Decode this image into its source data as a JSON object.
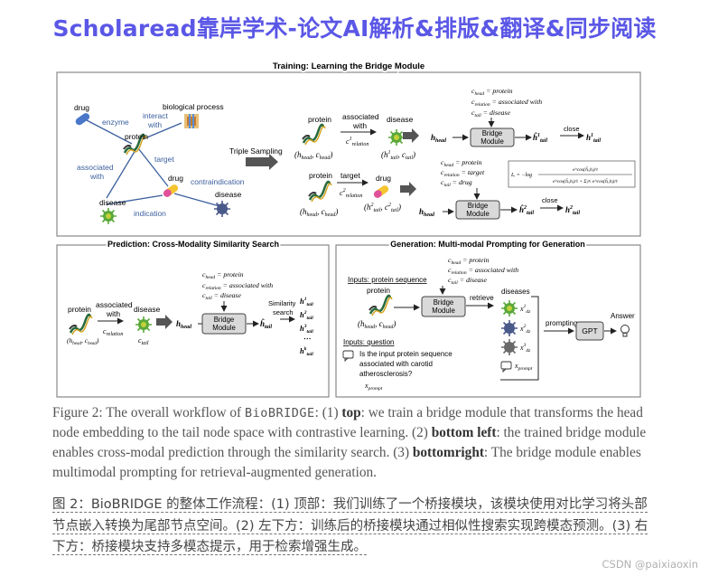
{
  "banner": "Scholaread靠岸学术-论文AI解析&排版&翻译&同步阅读",
  "figure": {
    "training": {
      "title": "Training: Learning the Bridge Module",
      "graph": {
        "drug": "drug",
        "enzyme": "enzyme",
        "interact_with": "interact\nwith",
        "biological_process": "biological process",
        "protein": "protein",
        "target": "target",
        "associated_with": "associated\nwith",
        "drug2": "drug",
        "contraindication": "contraindication",
        "disease": "disease",
        "disease2": "disease",
        "indication": "indication"
      },
      "triple_sampling": "Triple Sampling",
      "row1": {
        "head": "protein",
        "relation": "associated\nwith",
        "tail": "disease",
        "c_relation": "c¹relation",
        "pair_head": "(hhead, chead)",
        "pair_tail": "(h¹tail, ctail)",
        "h_head": "hhead",
        "bridge": "Bridge\nModule",
        "h_hat": "ĥ¹tail",
        "close": "close",
        "h_tail": "h¹tail",
        "conds": [
          "chead = protein",
          "crelation = associated with",
          "ctail = disease"
        ]
      },
      "row2": {
        "head": "protein",
        "relation": "target",
        "tail": "drug",
        "c_relation": "c²relation",
        "pair_head": "(hhead, chead)",
        "pair_tail": "(h²tail, c²tail)",
        "h_head": "hhead",
        "bridge": "Bridge\nModule",
        "h_hat": "ĥ²tail",
        "close": "close",
        "h_tail": "h²tail",
        "conds": [
          "chead = protein",
          "crelation = target",
          "ctail = drug"
        ]
      },
      "loss": "Lᵢ = −log  e^cos(ĥᵢ,hᵢ)/τ  /  e^cos(ĥᵢ,hᵢ)/τ + Σⱼ≠ᵢ e^cos(ĥᵢ,hⱼ)/τ"
    },
    "prediction": {
      "title": "Prediction: Cross-Modality Similarity Search",
      "head": "protein",
      "relation": "associated\nwith",
      "tail": "disease",
      "c_relation": "crelation",
      "pair_head": "(hhead, chead)",
      "c_tail": "ctail",
      "h_head": "hhead",
      "bridge": "Bridge\nModule",
      "h_hat": "ĥtail",
      "search": "Similarity\nsearch",
      "results": [
        "h¹tail",
        "h²tail",
        "h³tail",
        "...",
        "hᵏtail"
      ],
      "conds": [
        "chead = protein",
        "crelation = associated with",
        "ctail = disease"
      ]
    },
    "generation": {
      "title": "Generation: Multi-modal Prompting for Generation",
      "inputs_protein": "Inputs: protein sequence",
      "protein": "protein",
      "pair_head": "(hhead, chead)",
      "bridge": "Bridge\nModule",
      "retrieve": "retrieve",
      "diseases": "diseases",
      "xdz": [
        "x¹dz",
        "x²dz",
        "x³dz"
      ],
      "x_prompt": "xprompt",
      "prompting": "prompting",
      "gpt": "GPT",
      "answer": "Answer",
      "inputs_question": "Inputs: question",
      "question": "Is the input protein sequence\nassociated with carotid\natherosclerosis?",
      "x_prompt2": "xprompt",
      "conds": [
        "chead = protein",
        "crelation = associated with",
        "ctail = disease"
      ]
    }
  },
  "caption": {
    "p1": "Figure 2: The overall workflow of ",
    "biobridge": "BioBRIDGE",
    "p2": ": (1) ",
    "top": "top",
    "p3": ": we train a bridge module that transforms the head node embedding to the tail node space with contrastive learning. (2) ",
    "bottom_left": "bottom left",
    "p4": ": the trained bridge module enables cross-modal prediction through the similarity search. (3) ",
    "bottomright": "bottomright",
    "p5": ": The bridge module enables multimodal prompting for retrieval-augmented generation."
  },
  "chinese": "图 2：BioBRIDGE 的整体工作流程：(1) 顶部：我们训练了一个桥接模块，该模块使用对比学习将头部节点嵌入转换为尾部节点空间。(2) 左下方：训练后的桥接模块通过相似性搜索实现跨模态预测。(3) 右下方：桥接模块支持多模态提示，用于检索增强生成。",
  "watermark": "CSDN @paixiaoxin",
  "colors": {
    "banner": "#5b57e6",
    "relation": "#3b5f9e",
    "bridge_fill": "#d9d9d9"
  }
}
